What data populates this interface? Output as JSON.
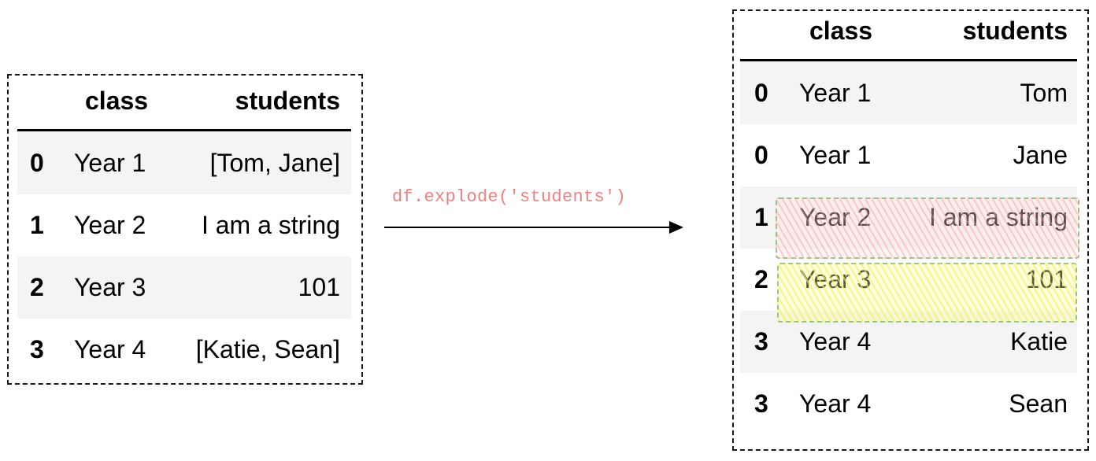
{
  "left_table": {
    "headers": {
      "index": "",
      "class": "class",
      "students": "students"
    },
    "rows": [
      {
        "index": "0",
        "class": "Year 1",
        "students": "[Tom, Jane]"
      },
      {
        "index": "1",
        "class": "Year 2",
        "students": "I am a string"
      },
      {
        "index": "2",
        "class": "Year 3",
        "students": "101"
      },
      {
        "index": "3",
        "class": "Year 4",
        "students": "[Katie, Sean]"
      }
    ]
  },
  "operation": {
    "code": "df.explode('students')"
  },
  "right_table": {
    "headers": {
      "index": "",
      "class": "class",
      "students": "students"
    },
    "rows": [
      {
        "index": "0",
        "class": "Year 1",
        "students": "Tom"
      },
      {
        "index": "0",
        "class": "Year 1",
        "students": "Jane"
      },
      {
        "index": "1",
        "class": "Year 2",
        "students": "I am a string"
      },
      {
        "index": "2",
        "class": "Year 3",
        "students": "101"
      },
      {
        "index": "3",
        "class": "Year 4",
        "students": "Katie"
      },
      {
        "index": "3",
        "class": "Year 4",
        "students": "Sean"
      }
    ]
  },
  "highlight_colors": {
    "string_row": "#ffb3b3",
    "number_row": "#eef53c",
    "outline": "#8cbe78"
  }
}
